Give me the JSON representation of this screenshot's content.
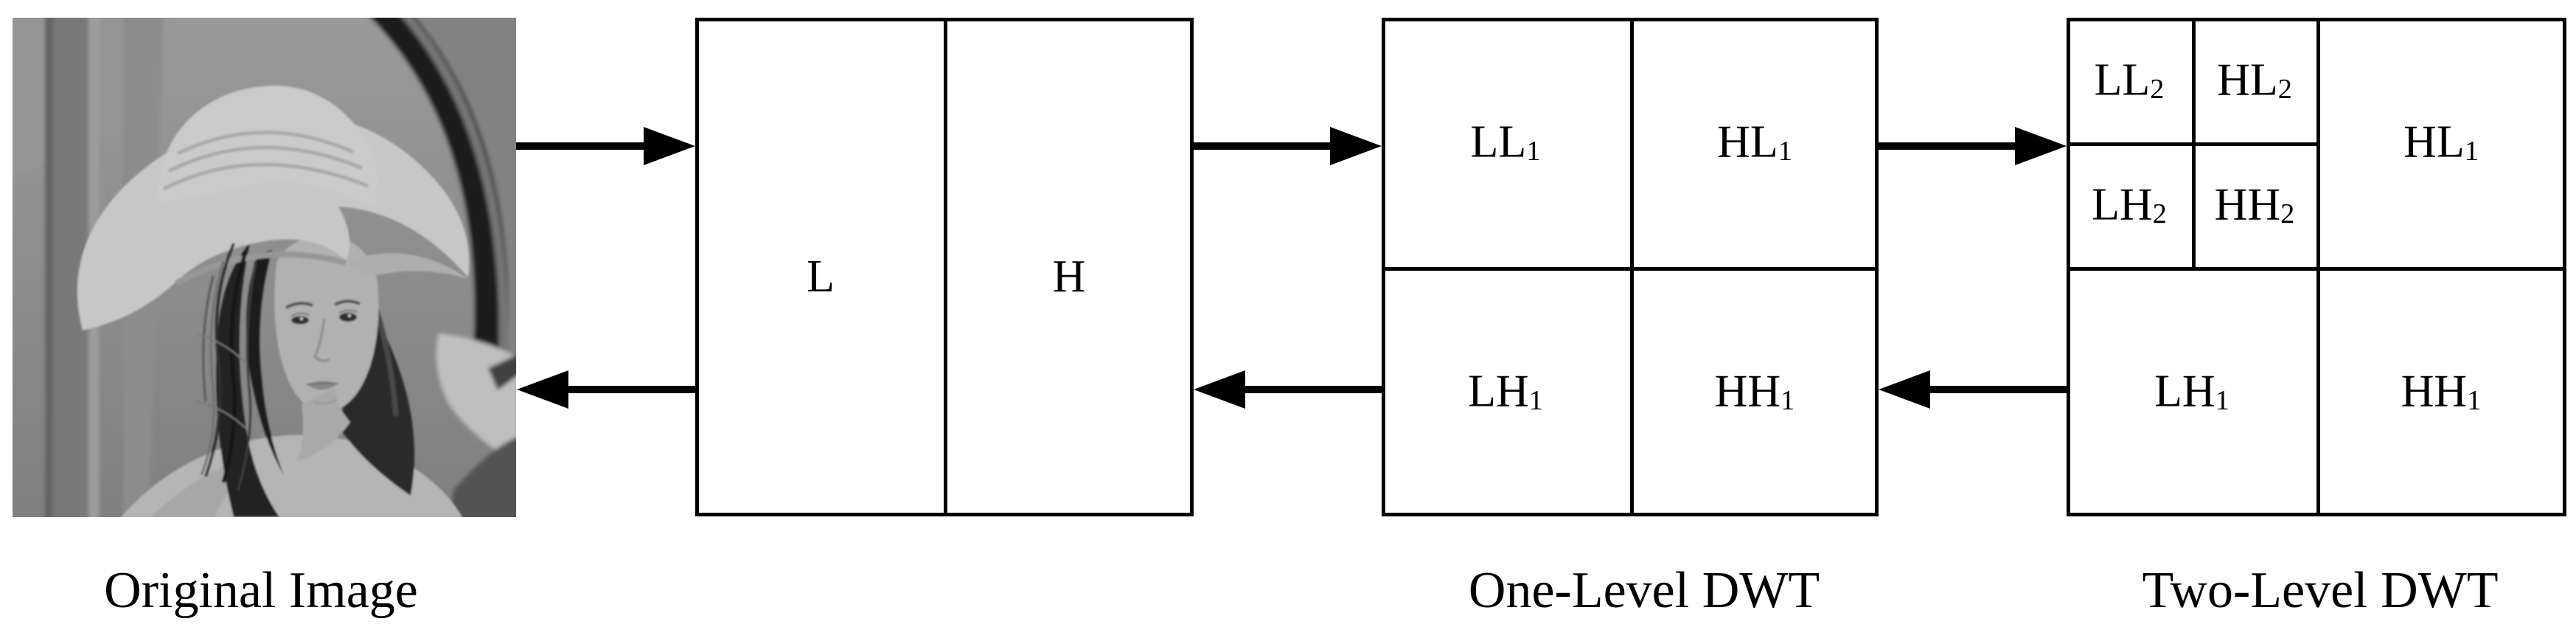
{
  "colors": {
    "line": "#000000",
    "background": "#ffffff"
  },
  "panels": {
    "original_image": {
      "caption": "Original Image"
    },
    "one_d_split": {
      "labels": {
        "low": "L",
        "high": "H"
      }
    },
    "one_level_dwt": {
      "caption": "One-Level DWT",
      "quadrants": {
        "ll": {
          "base": "LL",
          "sub": "1"
        },
        "hl": {
          "base": "HL",
          "sub": "1"
        },
        "lh": {
          "base": "LH",
          "sub": "1"
        },
        "hh": {
          "base": "HH",
          "sub": "1"
        }
      }
    },
    "two_level_dwt": {
      "caption": "Two-Level DWT",
      "level2": {
        "ll": {
          "base": "LL",
          "sub": "2"
        },
        "hl": {
          "base": "HL",
          "sub": "2"
        },
        "lh": {
          "base": "LH",
          "sub": "2"
        },
        "hh": {
          "base": "HH",
          "sub": "2"
        }
      },
      "level1": {
        "hl": {
          "base": "HL",
          "sub": "1"
        },
        "lh": {
          "base": "LH",
          "sub": "1"
        },
        "hh": {
          "base": "HH",
          "sub": "1"
        }
      }
    }
  }
}
